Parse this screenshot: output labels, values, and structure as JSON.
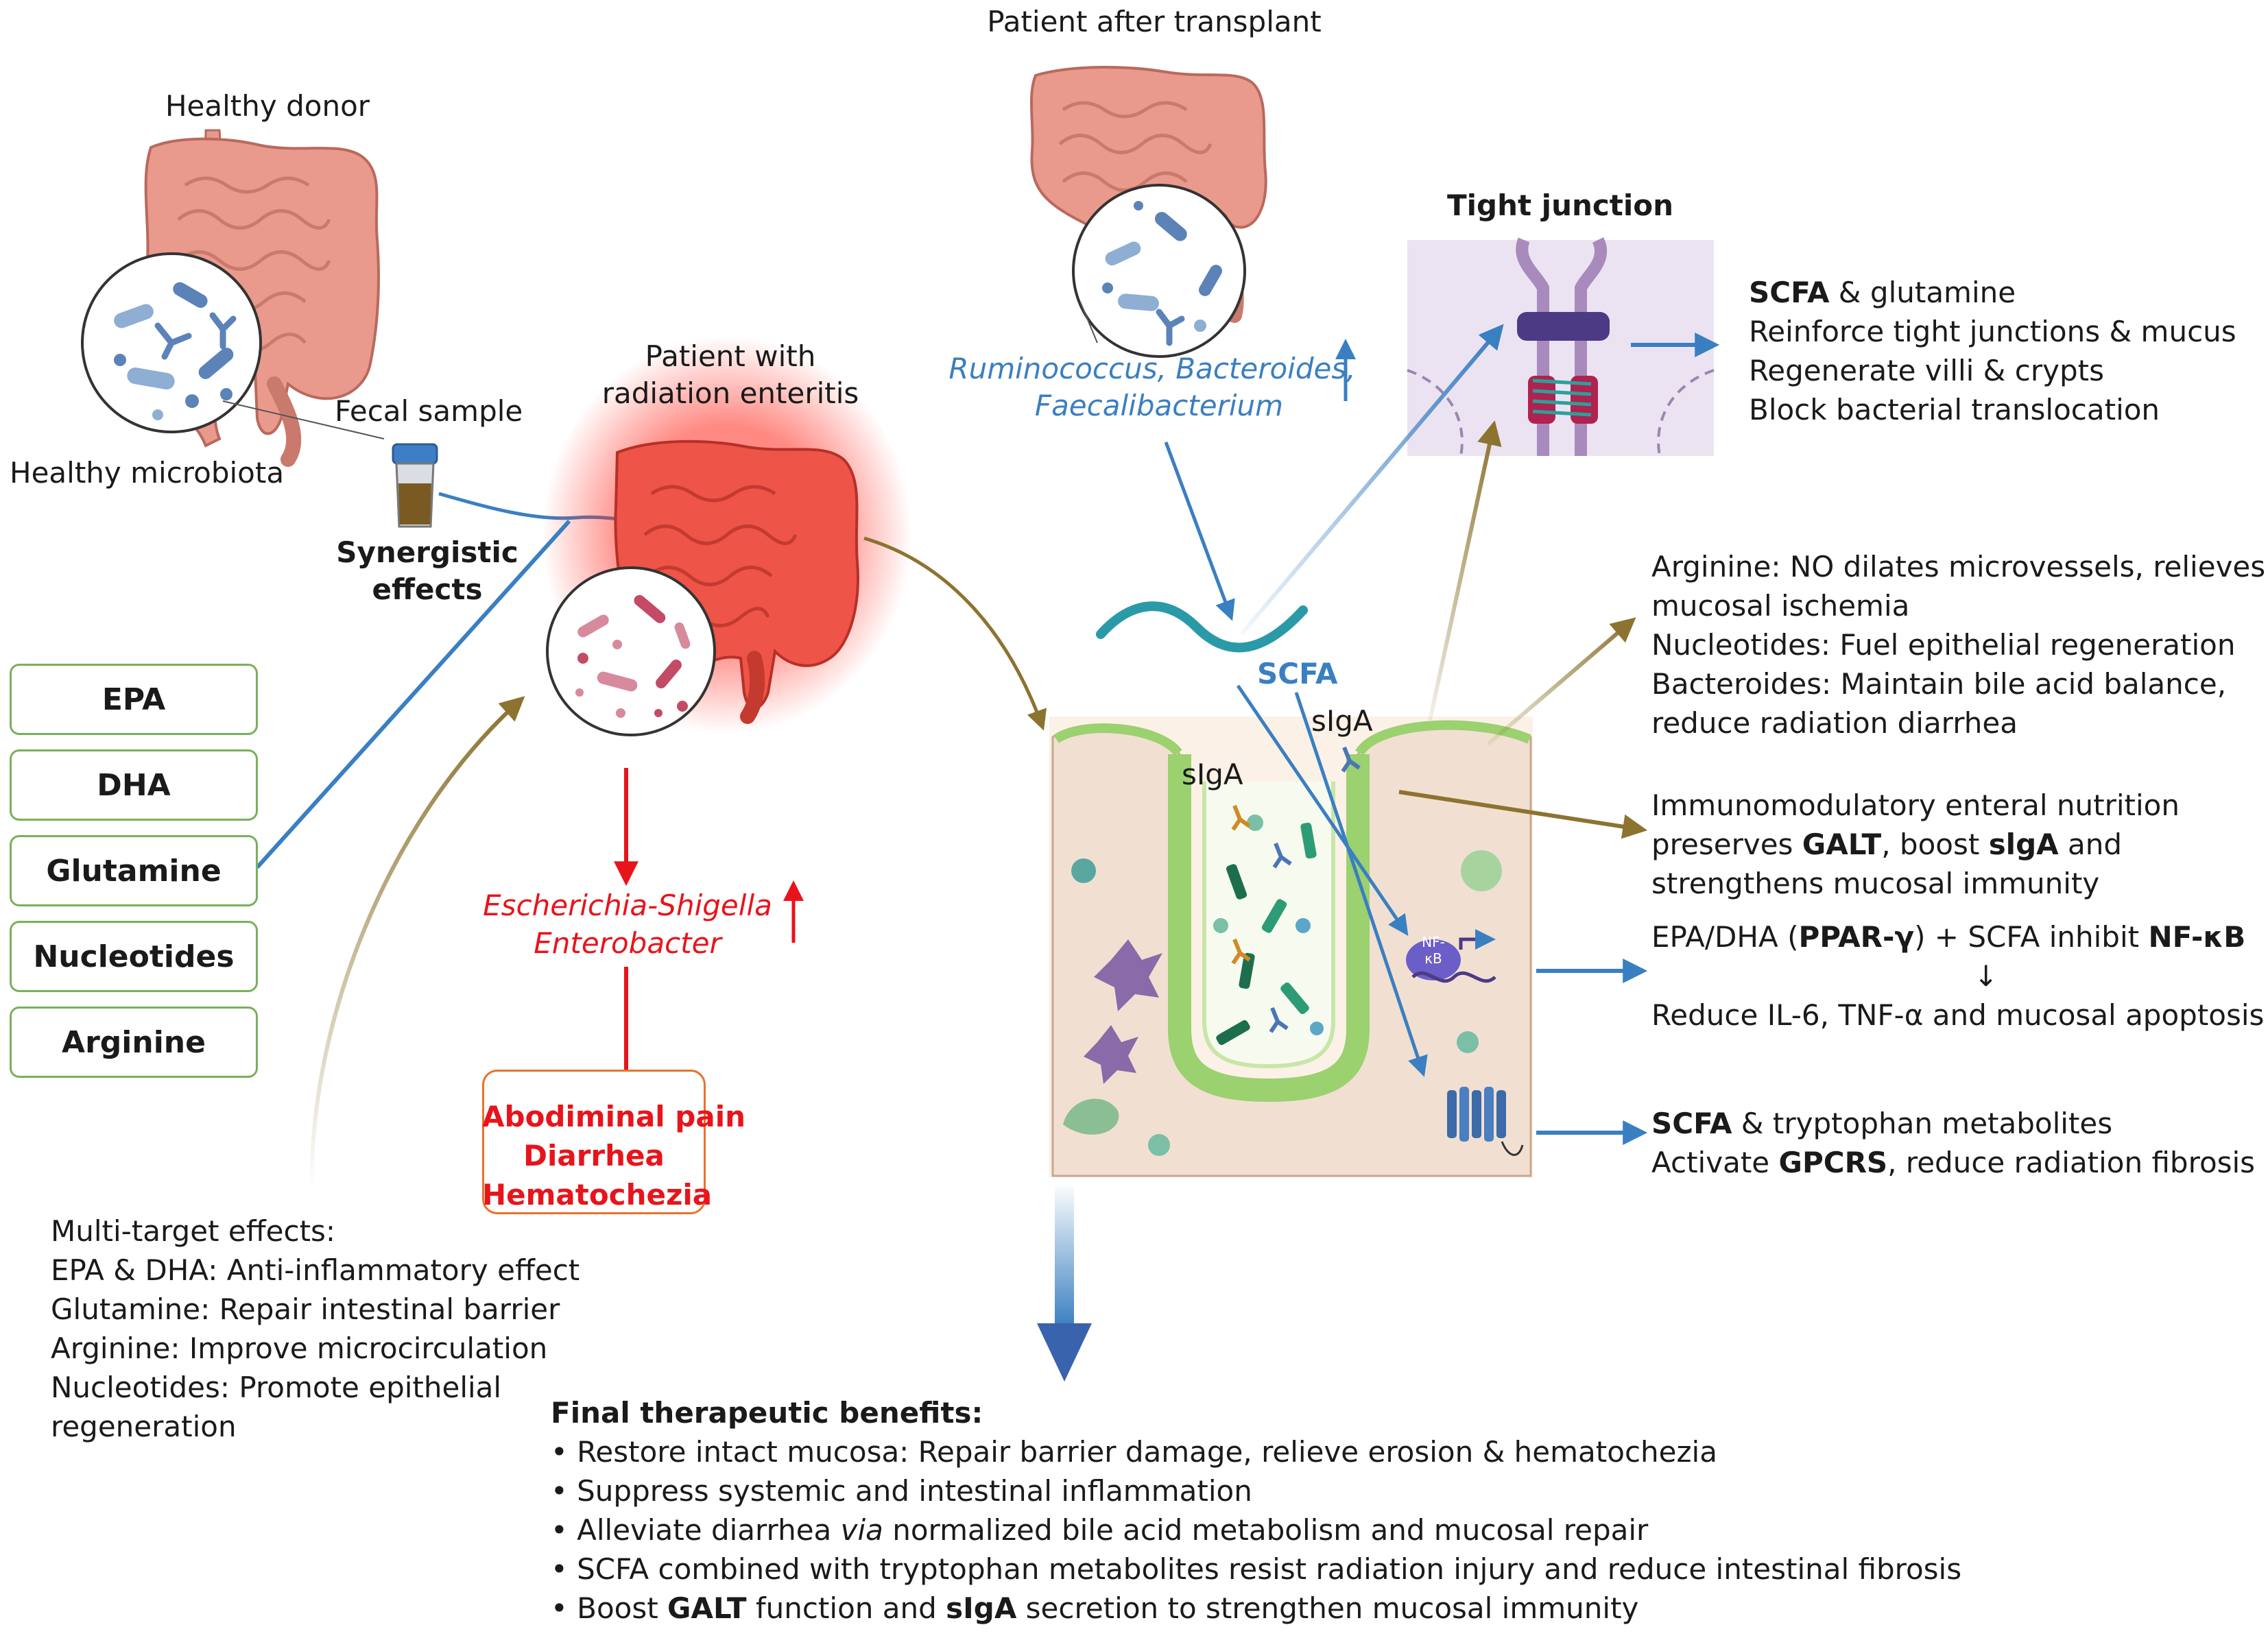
{
  "labels": {
    "healthy_donor": "Healthy donor",
    "healthy_microbiota": "Healthy microbiota",
    "fecal_sample": "Fecal sample",
    "synergistic_1": "Synergistic",
    "synergistic_2": "effects",
    "patient_enteritis_1": "Patient with",
    "patient_enteritis_2": "radiation enteritis",
    "patient_after": "Patient after transplant",
    "beneficial_bacteria_1": "Ruminococcus, Bacteroides,",
    "beneficial_bacteria_2": "Faecalibacterium",
    "harmful_bacteria_1": "Escherichia-Shigella",
    "harmful_bacteria_2": "Enterobacter",
    "scfa": "SCFA",
    "siga_1": "sIgA",
    "siga_2": "sIgA",
    "nfkb_1": "NF-",
    "nfkb_2": "κB",
    "tight_junction": "Tight junction"
  },
  "nutrients": [
    "EPA",
    "DHA",
    "Glutamine",
    "Nucleotides",
    "Arginine"
  ],
  "symptoms": [
    "Abodiminal pain",
    "Diarrhea",
    "Hematochezia"
  ],
  "multi_target": {
    "heading": "Multi-target effects:",
    "lines": [
      "EPA & DHA: Anti-inflammatory effect",
      "Glutamine: Repair intestinal barrier",
      "Arginine: Improve microcirculation",
      "Nucleotides: Promote epithelial",
      "regeneration"
    ]
  },
  "scfa_block": {
    "l1_bold": "SCFA",
    "l1_rest": " & glutamine",
    "l2": "Reinforce tight junctions & mucus",
    "l3": "Regenerate villi & crypts",
    "l4": "Block bacterial translocation"
  },
  "arginine_block": [
    "Arginine: NO dilates microvessels, relieves",
    "mucosal ischemia",
    "Nucleotides: Fuel epithelial regeneration",
    "Bacteroides: Maintain bile acid balance,",
    "reduce radiation diarrhea"
  ],
  "immuno_block": {
    "l1": "Immunomodulatory enteral nutrition",
    "l2_a": "preserves ",
    "l2_b": "GALT",
    "l2_c": ", boost ",
    "l2_d": "slgA",
    "l2_e": " and",
    "l3": "strengthens mucosal immunity"
  },
  "epa_block": {
    "a": "EPA/DHA (",
    "b": "PPAR-γ",
    "c": ") + SCFA inhibit ",
    "d": "NF-κB",
    "arrow": "↓",
    "l3": "Reduce IL-6, TNF-α and mucosal apoptosis"
  },
  "gpcr_block": {
    "l1_bold": "SCFA",
    "l1_rest": " & tryptophan metabolites",
    "l2_a": "Activate ",
    "l2_b": "GPCRS",
    "l2_c": ", reduce radiation fibrosis"
  },
  "final_benefits": {
    "heading": "Final therapeutic benefits:",
    "i1": "• Restore intact mucosa: Repair barrier damage, relieve erosion & hematochezia",
    "i2": "• Suppress systemic and intestinal inflammation",
    "i3_a": "• Alleviate diarrhea ",
    "i3_b": "via",
    "i3_c": " normalized bile acid metabolism and mucosal repair",
    "i4": "• SCFA combined with tryptophan metabolites resist radiation injury and reduce intestinal fibrosis",
    "i5_a": "• Boost ",
    "i5_b": "GALT",
    "i5_c": " function and ",
    "i5_d": "sIgA",
    "i5_e": " secretion to strengthen mucosal immunity"
  },
  "colors": {
    "intestine_healthy": "#e99a8c",
    "intestine_inflamed": "#ee5448",
    "blue_arrow": "#3a7fc1",
    "olive_arrow": "#8c7330",
    "red_arrow": "#e8141b",
    "box_green": "#79b05a",
    "box_orange": "#e8732c"
  }
}
